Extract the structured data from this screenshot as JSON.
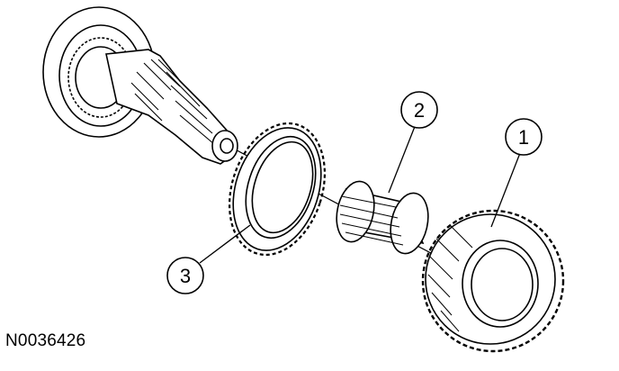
{
  "figure_id": "N0036426",
  "callouts": {
    "one": "1",
    "two": "2",
    "three": "3"
  },
  "colors": {
    "ink": "#000000",
    "paper": "#ffffff"
  }
}
